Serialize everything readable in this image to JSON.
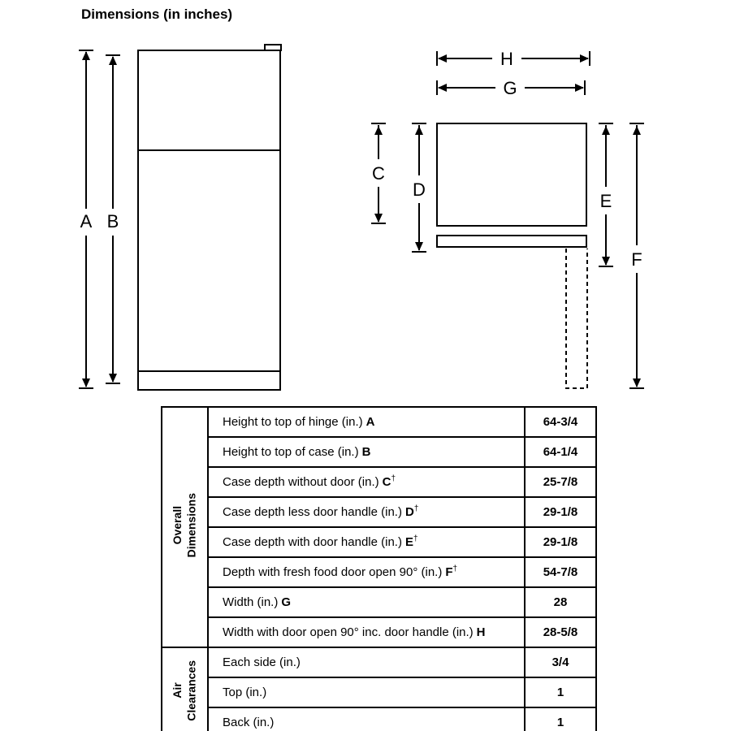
{
  "title": "Dimensions (in inches)",
  "diagram": {
    "labels": {
      "A": "A",
      "B": "B",
      "C": "C",
      "D": "D",
      "E": "E",
      "F": "F",
      "G": "G",
      "H": "H"
    },
    "line_color": "#000000"
  },
  "table": {
    "groups": [
      {
        "name": "Overall\nDimensions"
      },
      {
        "name": "Air\nClearances"
      }
    ],
    "overall_rows": [
      {
        "label": "Height to top of hinge (in.)",
        "letter": "A",
        "dagger": "",
        "value": "64-3/4"
      },
      {
        "label": "Height to top of case (in.)",
        "letter": "B",
        "dagger": "",
        "value": "64-1/4"
      },
      {
        "label": "Case depth without door (in.)",
        "letter": "C",
        "dagger": "†",
        "value": "25-7/8"
      },
      {
        "label": "Case depth less door handle (in.)",
        "letter": "D",
        "dagger": "†",
        "value": "29-1/8"
      },
      {
        "label": "Case depth with door handle (in.)",
        "letter": "E",
        "dagger": "†",
        "value": "29-1/8"
      },
      {
        "label": "Depth with fresh food door open 90° (in.)",
        "letter": "F",
        "dagger": "†",
        "value": "54-7/8"
      },
      {
        "label": "Width (in.)",
        "letter": "G",
        "dagger": "",
        "value": "28"
      },
      {
        "label": "Width with door open 90° inc. door handle (in.)",
        "letter": "H",
        "dagger": "",
        "value": "28-5/8"
      }
    ],
    "air_rows": [
      {
        "label": "Each side (in.)",
        "value": "3/4"
      },
      {
        "label": "Top (in.)",
        "value": "1"
      },
      {
        "label": "Back (in.)",
        "value": "1"
      }
    ]
  }
}
